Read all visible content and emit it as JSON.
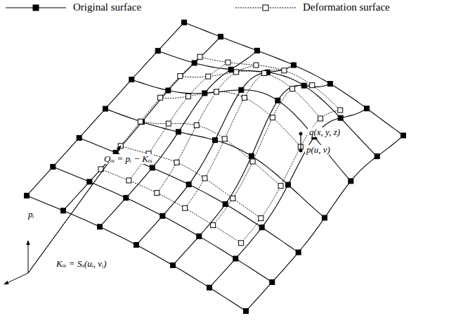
{
  "diagram": {
    "labels": [
      "pᵢ",
      "Kₒᵢ = Sₒ(uᵢ, vᵢ)",
      "Qₒᵢ = pᵢ − Kₒᵢ",
      "q(x, y, z)",
      "p(u, v)"
    ],
    "legend": [
      {
        "text": "Original surface"
      },
      {
        "text": "Deformation surface"
      }
    ]
  }
}
